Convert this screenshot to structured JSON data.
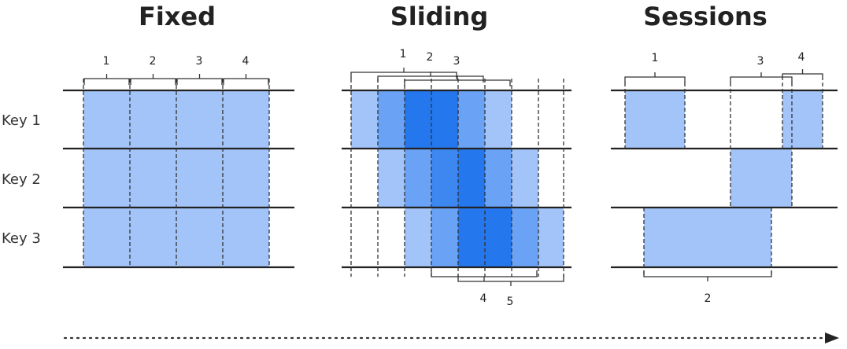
{
  "titles": {
    "fixed": "Fixed",
    "sliding": "Sliding",
    "sessions": "Sessions"
  },
  "keys": [
    "Key 1",
    "Key 2",
    "Key 3"
  ],
  "fixed": {
    "windows": [
      "1",
      "2",
      "3",
      "4"
    ]
  },
  "sliding": {
    "top_windows": [
      "1",
      "2",
      "3"
    ],
    "bottom_windows": [
      "4",
      "5"
    ]
  },
  "sessions": {
    "top_windows": [
      "1",
      "3",
      "4"
    ],
    "bottom_windows": [
      "2"
    ]
  },
  "colors": {
    "light": "#a2c4f9",
    "medium": "#6aa3f5",
    "strong": "#3d87f0",
    "darkest": "#2477ec",
    "line": "#222222"
  }
}
